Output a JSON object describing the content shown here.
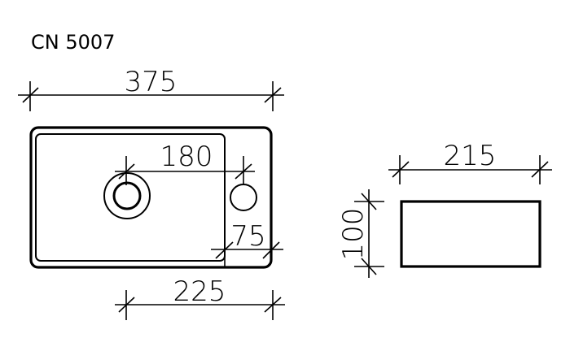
{
  "title": "CN 5007",
  "top_view": {
    "overall_width": {
      "label": "375",
      "value_mm": 375
    },
    "tap_to_drain": {
      "label": "180",
      "value_mm": 180
    },
    "tap_deck_width": {
      "label": "75",
      "value_mm": 75
    },
    "drain_offset": {
      "label": "225",
      "value_mm": 225
    }
  },
  "side_view": {
    "depth": {
      "label": "215",
      "value_mm": 215
    },
    "height": {
      "label": "100",
      "value_mm": 100
    }
  },
  "colors": {
    "line": "#000000",
    "background": "#ffffff"
  }
}
